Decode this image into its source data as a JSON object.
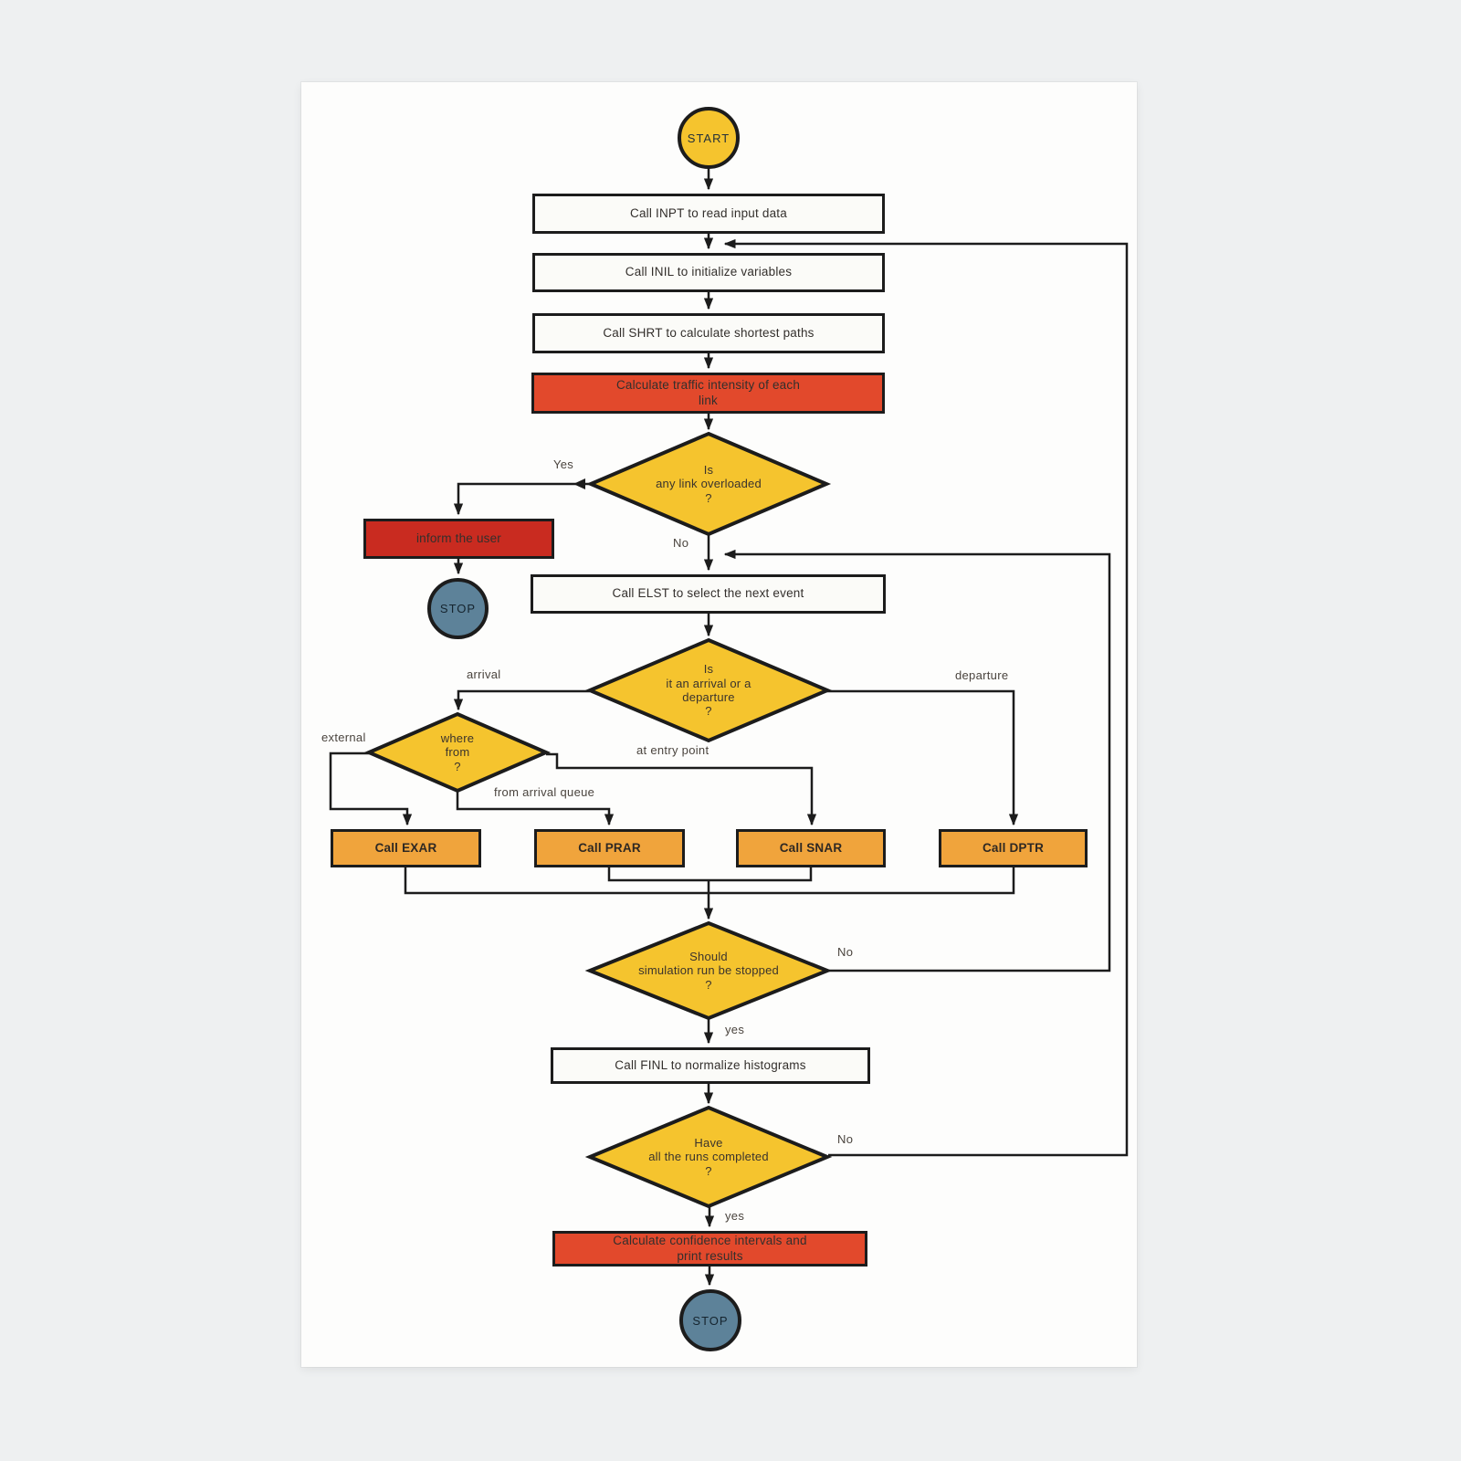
{
  "title": "Simulation program flowchart",
  "colors": {
    "background": "#eef0f1",
    "sheet": "#fdfdfc",
    "yellow": "#f5c42e",
    "orange": "#f0a43c",
    "red_orange": "#e2492c",
    "dark_red": "#c92b20",
    "stop_slate": "#5d8299",
    "process_fill": "#fbfbf8",
    "ink": "#1c1c1c"
  },
  "nodes": {
    "start": {
      "label": "START"
    },
    "inpt": {
      "label": "Call INPT to read input data"
    },
    "inil": {
      "label": "Call INIL to initialize variables"
    },
    "shrt": {
      "label": "Call SHRT to calculate shortest paths"
    },
    "traffic": {
      "label": "Calculate traffic intensity of each\nlink"
    },
    "overload_decision": {
      "label": "Is\nany link overloaded\n?"
    },
    "inform": {
      "label": "inform the user"
    },
    "stop1": {
      "label": "STOP"
    },
    "elst": {
      "label": "Call ELST to select the next event"
    },
    "arrival_decision": {
      "label": "Is\nit an arrival or a\ndeparture\n?"
    },
    "wherefrom_decision": {
      "label": "where\nfrom\n?"
    },
    "exar": {
      "label": "Call EXAR"
    },
    "prar": {
      "label": "Call PRAR"
    },
    "snar": {
      "label": "Call SNAR"
    },
    "dptr": {
      "label": "Call DPTR"
    },
    "stop_decision": {
      "label": "Should\nsimulation run be stopped\n?"
    },
    "finl": {
      "label": "Call FINL to normalize histograms"
    },
    "runs_decision": {
      "label": "Have\nall the runs completed\n?"
    },
    "confidence": {
      "label": "Calculate confidence intervals and\nprint results"
    },
    "stop2": {
      "label": "STOP"
    }
  },
  "edge_labels": {
    "yes1": "Yes",
    "no1": "No",
    "arrival": "arrival",
    "departure": "departure",
    "external": "external",
    "from_arrival_queue": "from arrival queue",
    "at_entry_point": "at entry point",
    "no2": "No",
    "yes2": "yes",
    "no3": "No",
    "yes3": "yes"
  }
}
